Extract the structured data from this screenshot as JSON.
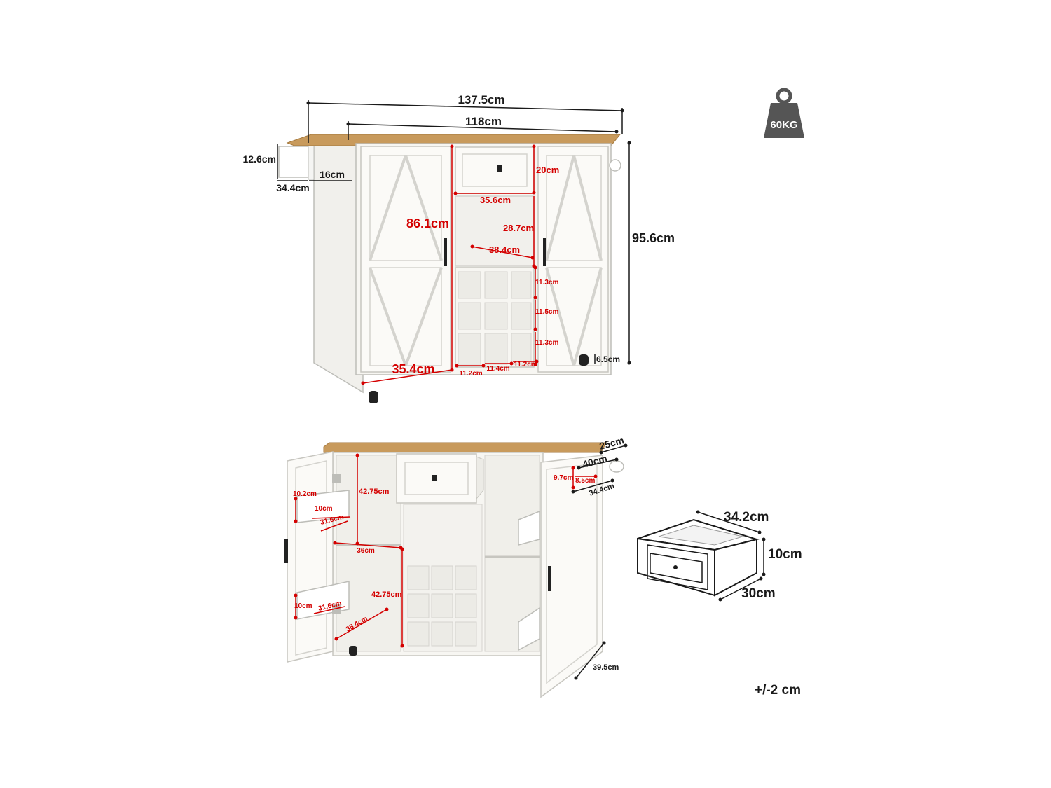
{
  "colors": {
    "wood": "#c89a5c",
    "cabinet": "#f7f6f2",
    "outline": "#bdbdb8",
    "dimension_black": "#1a1a1a",
    "dimension_red": "#d40000",
    "weight_badge": "#555555"
  },
  "icons": [
    "weight-icon",
    "drawer-icon"
  ],
  "weight": {
    "label": "60KG"
  },
  "front_view": {
    "overall_width": "137.5cm",
    "top_width": "118cm",
    "side_shelf_height": "12.6cm",
    "side_shelf_depth": "34.4cm",
    "side_shelf_width": "16cm",
    "total_height": "95.6cm",
    "caster_height": "6.5cm",
    "door_height": "86.1cm",
    "door_width": "35.4cm",
    "drawer_height": "20cm",
    "drawer_width": "35.6cm",
    "open_shelf_height": "28.7cm",
    "open_shelf_width": "38.4cm",
    "wine_rack_row_heights": [
      "11.3cm",
      "11.5cm",
      "11.3cm"
    ],
    "wine_rack_col_widths": [
      "11.2cm",
      "11.4cm",
      "11.2cm"
    ]
  },
  "open_view": {
    "top_side_length": "25cm",
    "top_side_depth": "40cm",
    "towel_bar_offset": "9.7cm",
    "towel_bar_gap": "8.5cm",
    "towel_bar_length": "34.4cm",
    "door_rack_top_height": "10.2cm",
    "door_rack_top_depth": "10cm",
    "door_rack_top_width": "31.6cm",
    "door_rack_bottom_depth": "10cm",
    "door_rack_bottom_width": "31.6cm",
    "upper_compartment_height": "42.75cm",
    "shelf_width": "36cm",
    "lower_compartment_height": "42.75cm",
    "inner_depth": "35.4cm",
    "cabinet_depth": "39.5cm"
  },
  "drawer_detail": {
    "width": "34.2cm",
    "height": "10cm",
    "depth": "30cm"
  },
  "tolerance": "+/-2 cm"
}
